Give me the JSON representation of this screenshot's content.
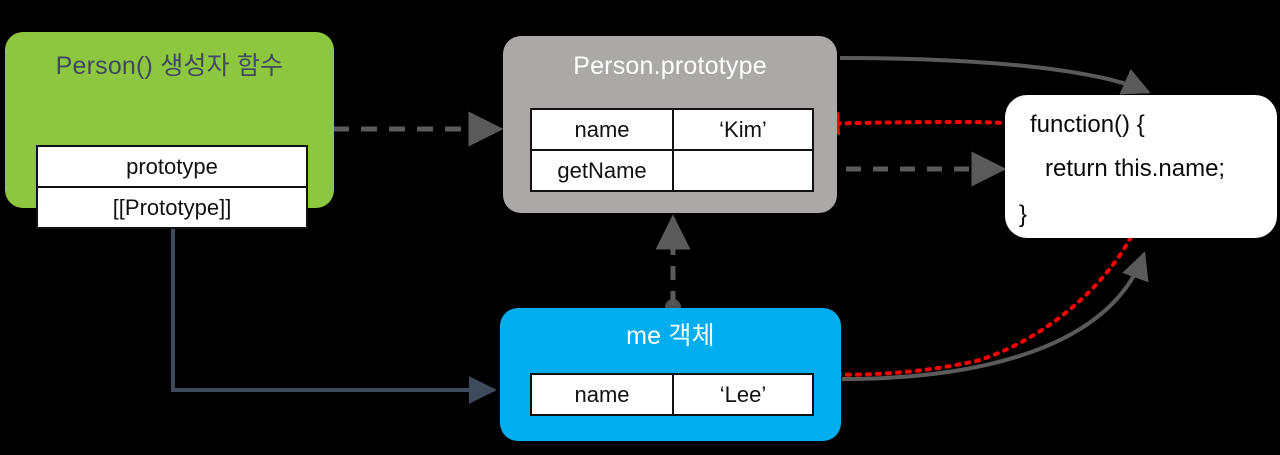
{
  "diagram": {
    "title_text": "JavaScript prototype chain diagram",
    "colors": {
      "constructor_box": "#8DC63F",
      "prototype_box": "#ABA8A7",
      "instance_box": "#00AEEF",
      "function_box": "#FFFFFF",
      "canvas": "#000000",
      "solid_link": "#3E4B5C",
      "dashed_link": "#5A5A5A",
      "this_binding_link": "#FF0000"
    },
    "nodes": {
      "constructor": {
        "title": "Person() 생성자 함수",
        "rows": [
          {
            "label": "prototype"
          },
          {
            "label": "[[Prototype]]"
          }
        ]
      },
      "prototype": {
        "title": "Person.prototype",
        "rows": [
          {
            "key": "name",
            "value": "‘Kim’"
          },
          {
            "key": "getName",
            "value": ""
          }
        ]
      },
      "instance": {
        "title": "me 객체",
        "rows": [
          {
            "key": "name",
            "value": "‘Lee’"
          }
        ]
      },
      "function": {
        "lines": [
          "function() {",
          "return this.name;",
          "}"
        ]
      }
    },
    "links": [
      {
        "name": "constructor-prototype-to-prototype-object",
        "style": "dashed",
        "color": "#5A5A5A"
      },
      {
        "name": "constructor-to-instance",
        "style": "solid",
        "color": "#3E4B5C"
      },
      {
        "name": "instance-prototype-to-prototype-object",
        "style": "dashed",
        "color": "#5A5A5A"
      },
      {
        "name": "getname-slot-to-function",
        "style": "dashed",
        "color": "#5A5A5A"
      },
      {
        "name": "prototype-object-to-function-top",
        "style": "solid-curve",
        "color": "#5A5A5A"
      },
      {
        "name": "instance-to-function-bottom",
        "style": "solid-curve",
        "color": "#5A5A5A"
      },
      {
        "name": "this-binds-to-prototype-name",
        "style": "dotted-curve",
        "color": "#FF0000"
      },
      {
        "name": "this-binds-to-instance-name",
        "style": "dotted-curve",
        "color": "#FF0000"
      }
    ]
  }
}
